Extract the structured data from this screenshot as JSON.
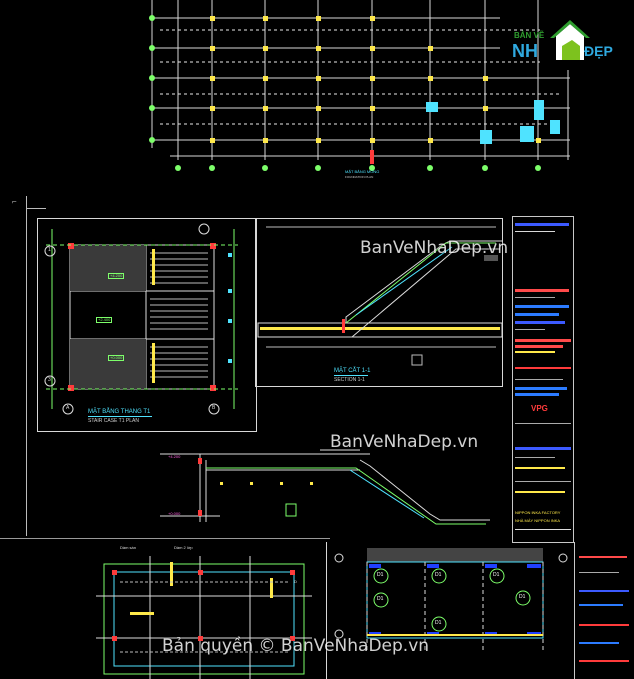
{
  "watermark": {
    "top": "BanVeNhaDep.vn",
    "mid": "BanVeNhaDep.vn",
    "bottom": "Bản quyền © BanVeNhaDep.vn"
  },
  "logo": {
    "line1": "BẢN VẼ",
    "line2a": "NH",
    "line2b": "ĐẸP"
  },
  "foundation_plan": {
    "caption": "MẶT BẰNG MÓNG",
    "subcaption": "FOUNDATION PLAN"
  },
  "stair_plan": {
    "title": "MẶT BẰNG THANG T1",
    "subtitle": "STAIR CASE T1 PLAN",
    "label_a": "A",
    "label_b": "B",
    "label_1": "1",
    "label_3": "3",
    "level_1": "+4.200",
    "level_2": "+2.400",
    "level_3": "+0.000"
  },
  "section": {
    "title": "MẶT CẮT 1-1",
    "subtitle": "SECTION 1-1"
  },
  "title_block": {
    "company": "VPG",
    "project_1": "NIPPON INKA FACTORY",
    "project_2": "NHÀ MÁY NIPPON INKA"
  },
  "elevation": {
    "level_top": "+4.200",
    "level_bottom": "+0.000"
  },
  "beam_plan": {
    "note_1": "Dầm sàn",
    "note_2": "Dầm 2 lớp",
    "label": "D"
  },
  "column_plan": {
    "labels": [
      "D1",
      "D1",
      "D1",
      "D1",
      "D1",
      "D1"
    ]
  },
  "colors": {
    "grid_white": "#e0e0e0",
    "cyan": "#4fe3ff",
    "green": "#7dff6a",
    "yellow": "#ffe94a",
    "red": "#ff3b3b",
    "blue": "#2040ff"
  }
}
